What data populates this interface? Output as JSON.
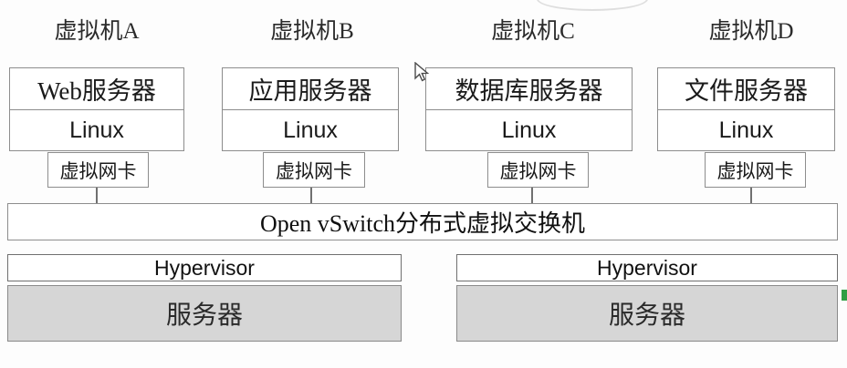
{
  "diagram": {
    "title": "Open vSwitch distributed virtual switch virtualization topology",
    "colors": {
      "background": "#fdfdfd",
      "box_border": "#8d8d8d",
      "box_fill": "#ffffff",
      "server_fill": "#d6d6d6",
      "line": "#707070",
      "green_marker": "#2f9e44"
    },
    "vms": [
      {
        "label": "虚拟机A",
        "app": "Web服务器",
        "os": "Linux",
        "nic": "虚拟网卡"
      },
      {
        "label": "虚拟机B",
        "app": "应用服务器",
        "os": "Linux",
        "nic": "虚拟网卡"
      },
      {
        "label": "虚拟机C",
        "app": "数据库服务器",
        "os": "Linux",
        "nic": "虚拟网卡"
      },
      {
        "label": "虚拟机D",
        "app": "文件服务器",
        "os": "Linux",
        "nic": "虚拟网卡"
      }
    ],
    "switch": {
      "label": "Open vSwitch分布式虚拟交换机"
    },
    "hosts": [
      {
        "hypervisor": "Hypervisor",
        "server": "服务器"
      },
      {
        "hypervisor": "Hypervisor",
        "server": "服务器"
      }
    ],
    "cursor": {
      "name": "mouse-pointer"
    }
  }
}
